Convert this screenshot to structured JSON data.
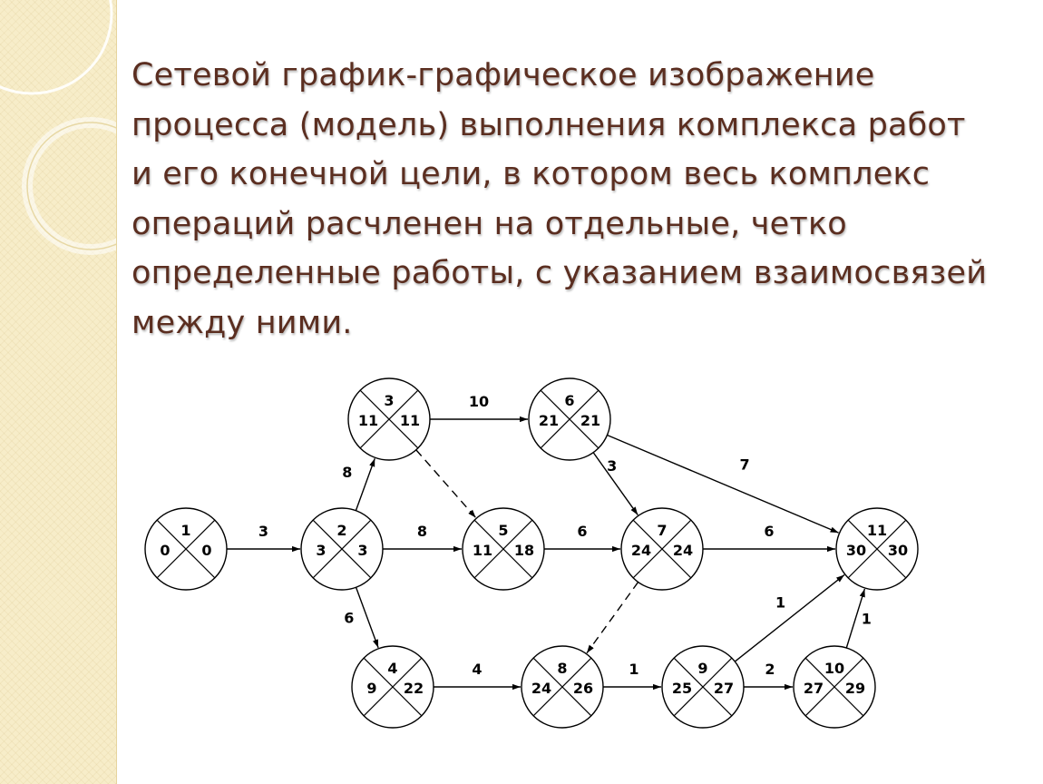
{
  "slide": {
    "text": "Сетевой график-графическое изображение\nпроцесса (модель) выполнения комплекса работ\nи его конечной цели, в котором весь комплекс\nопераций расчленен на отдельные, четко\nопределенные работы, с указанием взаимосвязей\nмежду ними."
  },
  "colors": {
    "text": "#5b2e20",
    "side_strip": "#f7edc9",
    "side_ornament": "#ffffff"
  },
  "network": {
    "nodes": [
      {
        "id": "1",
        "number": "1",
        "early": "0",
        "late": "0"
      },
      {
        "id": "2",
        "number": "2",
        "early": "3",
        "late": "3"
      },
      {
        "id": "3",
        "number": "3",
        "early": "11",
        "late": "11"
      },
      {
        "id": "4",
        "number": "4",
        "early": "9",
        "late": "22"
      },
      {
        "id": "5",
        "number": "5",
        "early": "11",
        "late": "18"
      },
      {
        "id": "6",
        "number": "6",
        "early": "21",
        "late": "21"
      },
      {
        "id": "7",
        "number": "7",
        "early": "24",
        "late": "24"
      },
      {
        "id": "8",
        "number": "8",
        "early": "24",
        "late": "26"
      },
      {
        "id": "9",
        "number": "9",
        "early": "25",
        "late": "27"
      },
      {
        "id": "10",
        "number": "10",
        "early": "27",
        "late": "29"
      },
      {
        "id": "11",
        "number": "11",
        "early": "30",
        "late": "30"
      }
    ],
    "edges": [
      {
        "from": "1",
        "to": "2",
        "duration": "3",
        "dashed": false
      },
      {
        "from": "2",
        "to": "3",
        "duration": "8",
        "dashed": false
      },
      {
        "from": "2",
        "to": "5",
        "duration": "8",
        "dashed": false
      },
      {
        "from": "2",
        "to": "4",
        "duration": "6",
        "dashed": false
      },
      {
        "from": "3",
        "to": "6",
        "duration": "10",
        "dashed": false
      },
      {
        "from": "3",
        "to": "5",
        "duration": "",
        "dashed": true
      },
      {
        "from": "6",
        "to": "11",
        "duration": "7",
        "dashed": false
      },
      {
        "from": "6",
        "to": "7",
        "duration": "3",
        "dashed": false
      },
      {
        "from": "5",
        "to": "7",
        "duration": "6",
        "dashed": false
      },
      {
        "from": "7",
        "to": "11",
        "duration": "6",
        "dashed": false
      },
      {
        "from": "7",
        "to": "8",
        "duration": "",
        "dashed": true
      },
      {
        "from": "4",
        "to": "8",
        "duration": "4",
        "dashed": false
      },
      {
        "from": "8",
        "to": "9",
        "duration": "1",
        "dashed": false
      },
      {
        "from": "9",
        "to": "10",
        "duration": "2",
        "dashed": false
      },
      {
        "from": "9",
        "to": "11",
        "duration": "1",
        "dashed": false
      },
      {
        "from": "10",
        "to": "11",
        "duration": "1",
        "dashed": false
      }
    ]
  }
}
